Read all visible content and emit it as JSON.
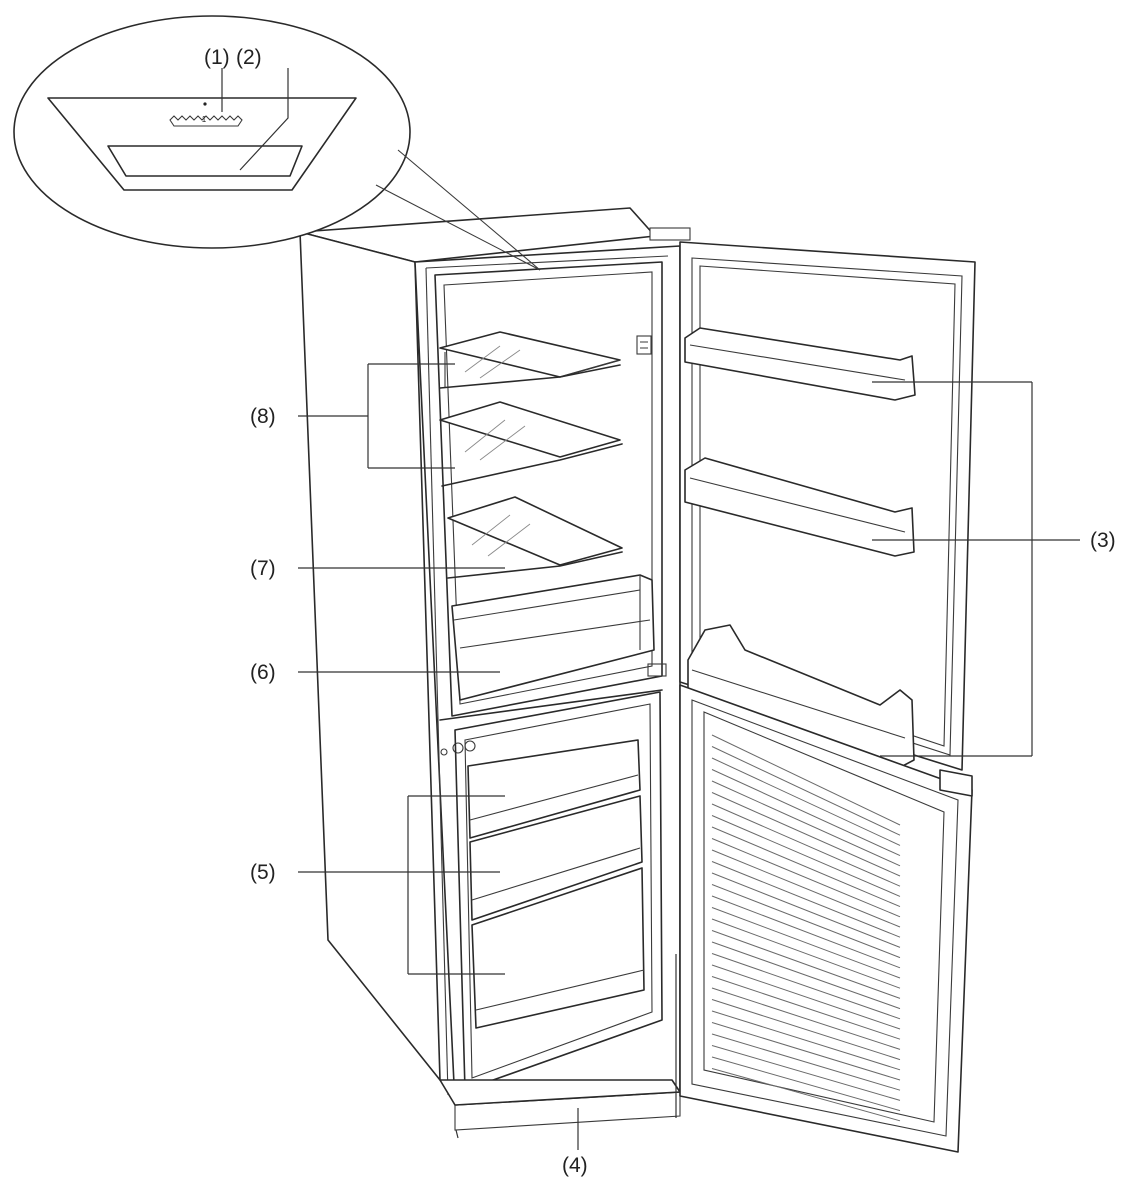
{
  "labels": {
    "l1": "(1)",
    "l2": "(2)",
    "l3": "(3)",
    "l4": "(4)",
    "l5": "(5)",
    "l6": "(6)",
    "l7": "(7)",
    "l8": "(8)"
  },
  "dial_mark": "1",
  "colors": {
    "line": "#2a2a2a",
    "background": "#ffffff"
  }
}
